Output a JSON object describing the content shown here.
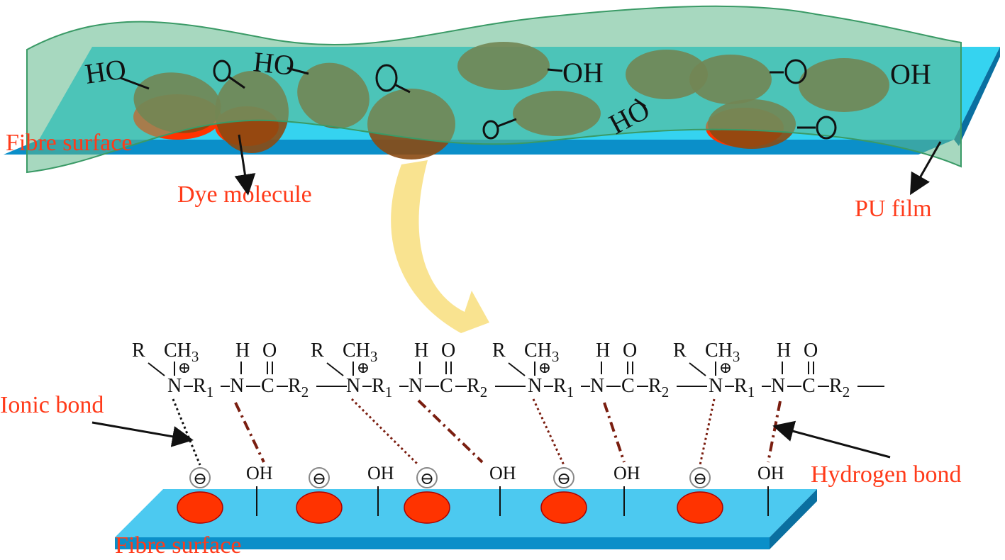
{
  "colors": {
    "fibre_top": "#3fd8f2",
    "fibre_side": "#0b7fb6",
    "fibre_bottom_top": "#4cc9f0",
    "pu_film": "#5fb88a",
    "dye": "#8b4a12",
    "dye_red": "#ff3300",
    "label_red": "#ff3b1a",
    "arrow_yellow": "#f7d96b",
    "bond_dark": "#7a1e10"
  },
  "labels": {
    "fibre_surface_top": "Fibre surface",
    "dye_molecule": "Dye molecule",
    "pu_film": "PU film",
    "ionic_bond": "Ionic bond",
    "hydrogen_bond": "Hydrogen bond",
    "fibre_surface_bottom": "Fibre surface"
  },
  "top_groups": {
    "ho": "HO",
    "oh": "OH",
    "o": "O"
  },
  "chain": {
    "r": "R",
    "ch3": "CH",
    "ch3_sub": "3",
    "n": "N",
    "h": "H",
    "o": "O",
    "c": "C",
    "r1": "R",
    "r1_sub": "1",
    "r2": "R",
    "r2_sub": "2",
    "plus": "⊕"
  },
  "surface": {
    "minus": "⊖",
    "oh": "OH"
  }
}
